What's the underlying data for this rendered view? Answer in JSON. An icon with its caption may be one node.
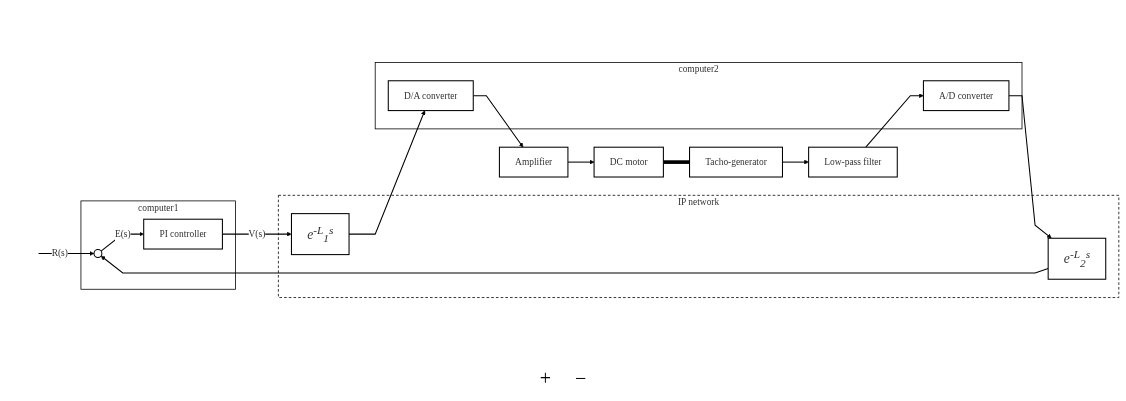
{
  "diagram": {
    "nodes": [
      {
        "text": [
          "computer1"
        ]
      },
      {
        "text": [
          "IP network"
        ]
      },
      {
        "text": [
          "computer2"
        ]
      },
      {
        "text": [],
        "shape": "circle",
        "in": 0
      },
      {
        "text": [
          "PI controller"
        ],
        "in": 0
      },
      {
        "text": [
          "e$^{-L}$$_{1}$$^{s}$"
        ],
        "in": 1
      },
      {
        "text": [
          "e$^{-L}$$_{2}$$^{s}$"
        ],
        "in": 1
      },
      {
        "text": [
          "D/A converter"
        ],
        "in": 2
      },
      {
        "text": [
          "A/D converter"
        ],
        "in": 2
      },
      {
        "text": [
          "Amplifier"
        ]
      },
      {
        "text": [
          "DC motor"
        ]
      },
      {
        "text": [
          "Tacho-generator"
        ]
      },
      {
        "text": [
          "Low-pass filter"
        ]
      }
    ],
    "edges": [
      {
        "from": null,
        "to": 3,
        "arrow": "to",
        "label": "R(s)"
      },
      {
        "from": 3,
        "to": 4,
        "arrow": "to",
        "label": "E(s)"
      },
      {
        "from": 4,
        "to": 5,
        "arrow": "to",
        "label": "V(s)"
      },
      {
        "from": 5,
        "to": 7,
        "arrow": "to"
      },
      {
        "from": 7,
        "to": 9,
        "arrow": "to"
      },
      {
        "from": 9,
        "to": 10,
        "arrow": "to"
      },
      {
        "from": 10,
        "to": 11,
        "arrow": "none",
        "style": "thick"
      },
      {
        "from": 11,
        "to": 12,
        "arrow": "to"
      },
      {
        "from": 12,
        "to": 8,
        "arrow": "to"
      },
      {
        "from": 8,
        "to": 6,
        "arrow": "to"
      },
      {
        "from": 6,
        "to": 3,
        "arrow": "to"
      }
    ],
    "labels": [
      "+",
      "−"
    ]
  }
}
